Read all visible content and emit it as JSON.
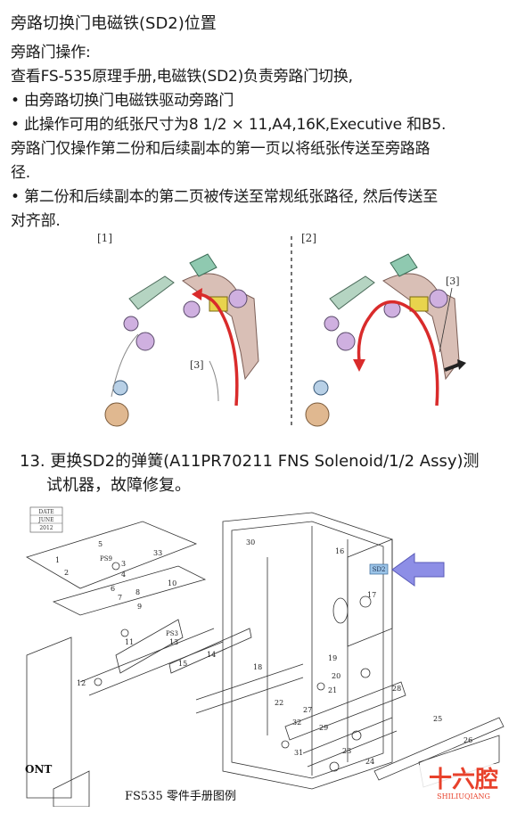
{
  "heading": "旁路切换门电磁铁(SD2)位置",
  "body_lines": [
    "旁路门操作:",
    "查看FS-535原理手册,电磁铁(SD2)负责旁路门切换,",
    "• 由旁路切换门电磁铁驱动旁路门",
    "• 此操作可用的纸张尺寸为8 1/2 × 11,A4,16K,Executive 和B5.",
    "旁路门仅操作第二份和后续副本的第一页以将纸张传送至旁路路",
    "径.",
    "• 第二份和后续副本的第二页被传送至常规纸张路径, 然后传送至",
    "对齐部."
  ],
  "diagram": {
    "panel1_label": "[1]",
    "panel2_label": "[2]",
    "callout1": "[3]",
    "callout2": "[3]"
  },
  "step": {
    "number": "13.",
    "line1": "更换SD2的弹簧(A11PR70211 FNS Solenoid/1/2 Assy)测",
    "line2": "试机器，故障修复。"
  },
  "parts": {
    "date_box": [
      "DATE",
      "JUNE",
      "2012"
    ],
    "sd2_tag": "SD2",
    "ps9": "PS9",
    "ps3": "PS3",
    "numbers": [
      "1",
      "2",
      "3",
      "4",
      "5",
      "6",
      "7",
      "8",
      "9",
      "10",
      "11",
      "12",
      "13",
      "14",
      "15",
      "16",
      "17",
      "18",
      "19",
      "20",
      "21",
      "22",
      "23",
      "24",
      "25",
      "26",
      "27",
      "28",
      "29",
      "30",
      "31",
      "32",
      "33"
    ],
    "front": "ONT",
    "caption": "FS535  零件手册图例"
  },
  "watermark": {
    "logo_text": "十六腔",
    "logo_sub": "SHILIUQIANG"
  },
  "colors": {
    "arrow_blue": "#8d8ee6",
    "sd2_tag_bg": "#9bc4e8",
    "red_path": "#d92b2b",
    "logo_red": "#e8412b"
  }
}
